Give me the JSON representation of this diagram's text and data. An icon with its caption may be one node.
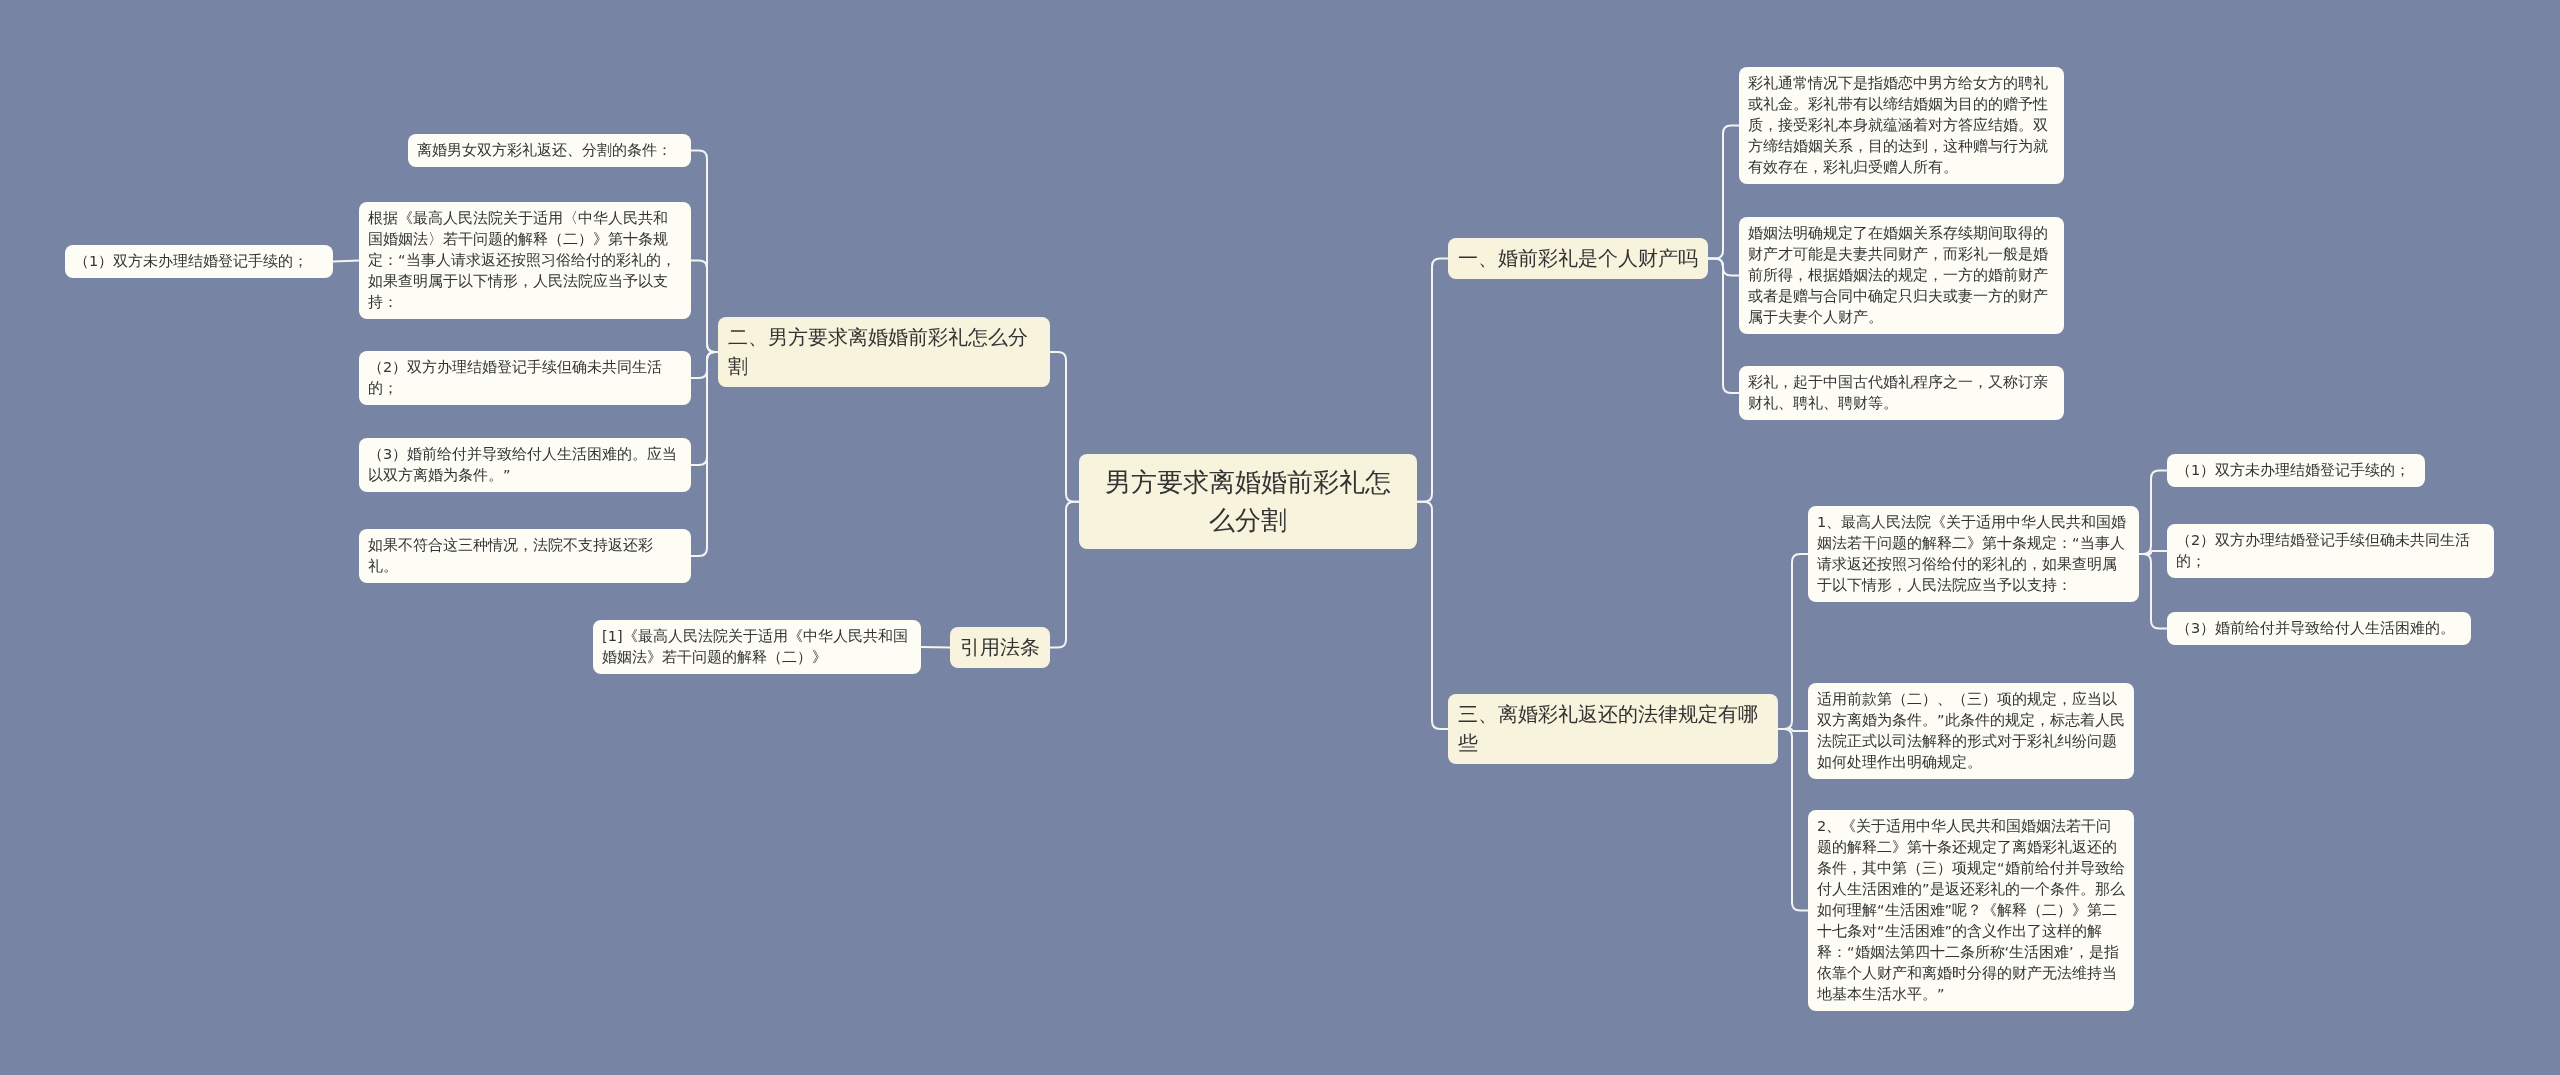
{
  "diagram": {
    "nodes": [
      {
        "text": [
          "男方要求离婚婚前彩礼怎么分割"
        ]
      },
      {
        "text": [
          "一、婚前彩礼是个人财产吗"
        ]
      },
      {
        "text": [
          "彩礼通常情况下是指婚恋中男方给女方的聘礼或礼金。彩礼带有以缔结婚姻为目的的赠予性质，接受彩礼本身就蕴涵着对方答应结婚。双方缔结婚姻关系，目的达到，这种赠与行为就有效存在，彩礼归受赠人所有。"
        ]
      },
      {
        "text": [
          "婚姻法明确规定了在婚姻关系存续期间取得的财产才可能是夫妻共同财产，而彩礼一般是婚前所得，根据婚姻法的规定，一方的婚前财产或者是赠与合同中确定只归夫或妻一方的财产属于夫妻个人财产。"
        ]
      },
      {
        "text": [
          "彩礼，起于中国古代婚礼程序之一，又称订亲财礼、聘礼、聘财等。"
        ]
      },
      {
        "text": [
          "三、离婚彩礼返还的法律规定有哪些"
        ]
      },
      {
        "text": [
          "1、最高人民法院《关于适用中华人民共和国婚姻法若干问题的解释二》第十条规定：“当事人请求返还按照习俗给付的彩礼的，如果查明属于以下情形，人民法院应当予以支持："
        ]
      },
      {
        "text": [
          "（1）双方未办理结婚登记手续的；"
        ]
      },
      {
        "text": [
          "（2）双方办理结婚登记手续但确未共同生活的；"
        ]
      },
      {
        "text": [
          "（3）婚前给付并导致给付人生活困难的。"
        ]
      },
      {
        "text": [
          "适用前款第（二）、（三）项的规定，应当以双方离婚为条件。”此条件的规定，标志着人民法院正式以司法解释的形式对于彩礼纠纷问题如何处理作出明确规定。"
        ]
      },
      {
        "text": [
          "2、《关于适用中华人民共和国婚姻法若干问题的解释二》第十条还规定了离婚彩礼返还的条件，其中第（三）项规定“婚前给付并导致给付人生活困难的”是返还彩礼的一个条件。那么如何理解“生活困难”呢？《解释（二）》第二十七条对“生活困难”的含义作出了这样的解释：“婚姻法第四十二条所称‘生活困难’，是指依靠个人财产和离婚时分得的财产无法维持当地基本生活水平。”"
        ]
      },
      {
        "text": [
          "二、男方要求离婚婚前彩礼怎么分割"
        ]
      },
      {
        "text": [
          "离婚男女双方彩礼返还、分割的条件："
        ]
      },
      {
        "text": [
          "根据《最高人民法院关于适用〈中华人民共和国婚姻法〉若干问题的解释（二）》第十条规定：“当事人请求返还按照习俗给付的彩礼的，如果查明属于以下情形，人民法院应当予以支持："
        ]
      },
      {
        "text": [
          "（1）双方未办理结婚登记手续的；"
        ]
      },
      {
        "text": [
          "（2）双方办理结婚登记手续但确未共同生活的；"
        ]
      },
      {
        "text": [
          "（3）婚前给付并导致给付人生活困难的。应当以双方离婚为条件。”"
        ]
      },
      {
        "text": [
          "如果不符合这三种情况，法院不支持返还彩礼。"
        ]
      },
      {
        "text": [
          "引用法条"
        ]
      },
      {
        "text": [
          "[1]《最高人民法院关于适用《中华人民共和国婚姻法》若干问题的解释（二）》"
        ]
      }
    ],
    "edges": [
      {
        "from": 0,
        "to": 1,
        "arrow": "none"
      },
      {
        "from": 1,
        "to": 2,
        "arrow": "none"
      },
      {
        "from": 1,
        "to": 3,
        "arrow": "none"
      },
      {
        "from": 1,
        "to": 4,
        "arrow": "none"
      },
      {
        "from": 0,
        "to": 5,
        "arrow": "none"
      },
      {
        "from": 5,
        "to": 6,
        "arrow": "none"
      },
      {
        "from": 6,
        "to": 7,
        "arrow": "none"
      },
      {
        "from": 6,
        "to": 8,
        "arrow": "none"
      },
      {
        "from": 6,
        "to": 9,
        "arrow": "none"
      },
      {
        "from": 5,
        "to": 10,
        "arrow": "none"
      },
      {
        "from": 5,
        "to": 11,
        "arrow": "none"
      },
      {
        "from": 0,
        "to": 12,
        "arrow": "none"
      },
      {
        "from": 12,
        "to": 13,
        "arrow": "none"
      },
      {
        "from": 12,
        "to": 14,
        "arrow": "none"
      },
      {
        "from": 14,
        "to": 15,
        "arrow": "none"
      },
      {
        "from": 12,
        "to": 16,
        "arrow": "none"
      },
      {
        "from": 12,
        "to": 17,
        "arrow": "none"
      },
      {
        "from": 12,
        "to": 18,
        "arrow": "none"
      },
      {
        "from": 0,
        "to": 19,
        "arrow": "none"
      },
      {
        "from": 19,
        "to": 20,
        "arrow": "none"
      }
    ]
  }
}
